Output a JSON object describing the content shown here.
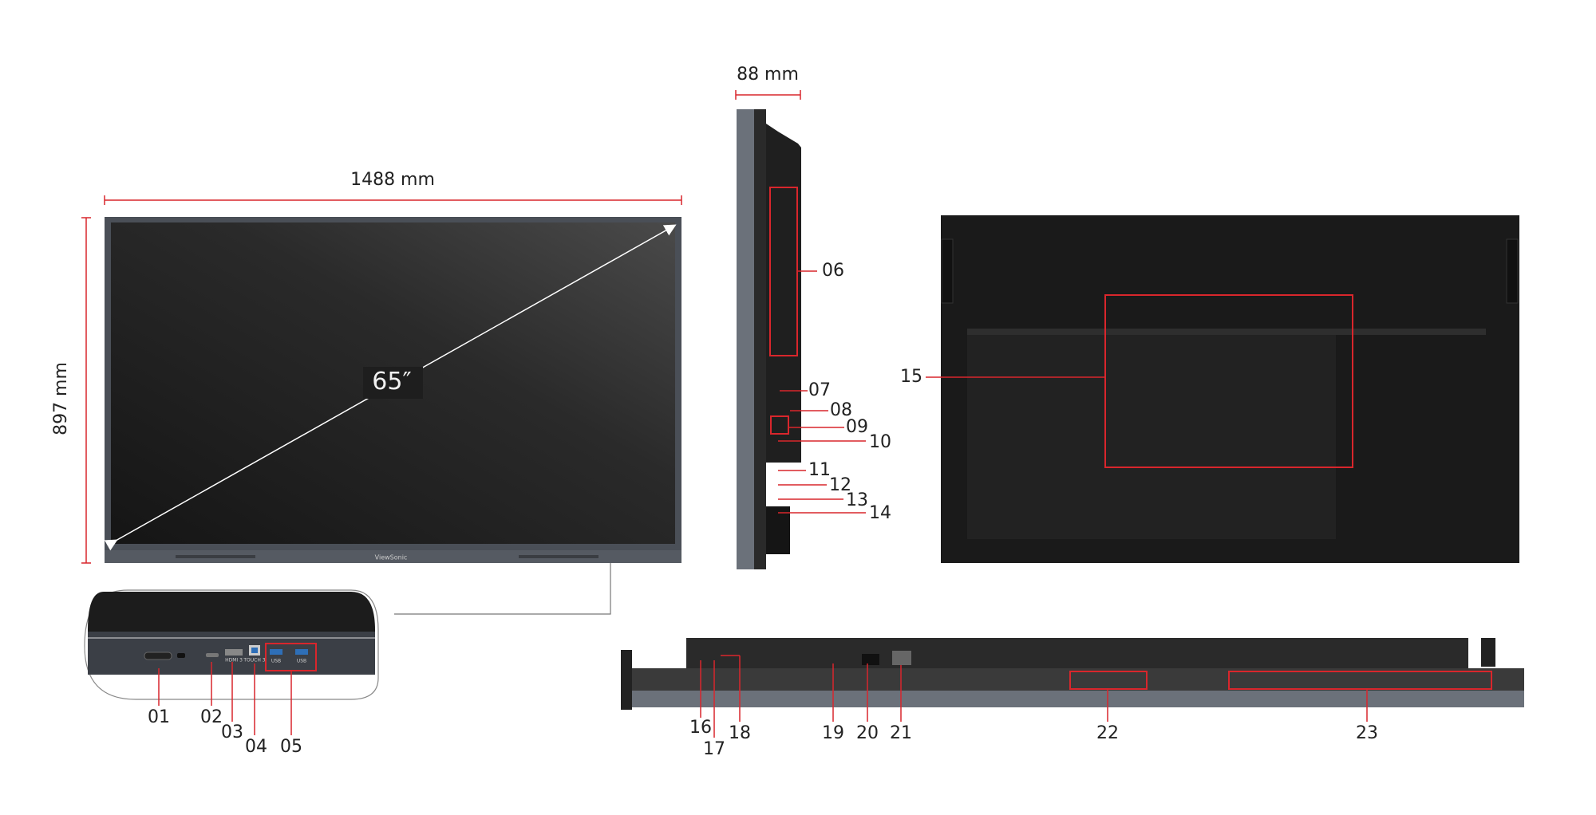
{
  "dimensions": {
    "width": "1488 mm",
    "height": "897 mm",
    "depth": "88 mm",
    "diagonal": "65″"
  },
  "brand": "ViewSonic",
  "front_port_labels": [
    "HDMI 3",
    "TOUCH 3",
    "USB",
    "USB"
  ],
  "callouts": [
    "01",
    "02",
    "03",
    "04",
    "05",
    "06",
    "07",
    "08",
    "09",
    "10",
    "11",
    "12",
    "13",
    "14",
    "15",
    "16",
    "17",
    "18",
    "19",
    "20",
    "21",
    "22",
    "23"
  ],
  "colors": {
    "accent_red": "#d9262c",
    "panel_dark": "#1f1f1f",
    "bezel_gray": "#4a4f57",
    "side_gray": "#6b717a"
  }
}
